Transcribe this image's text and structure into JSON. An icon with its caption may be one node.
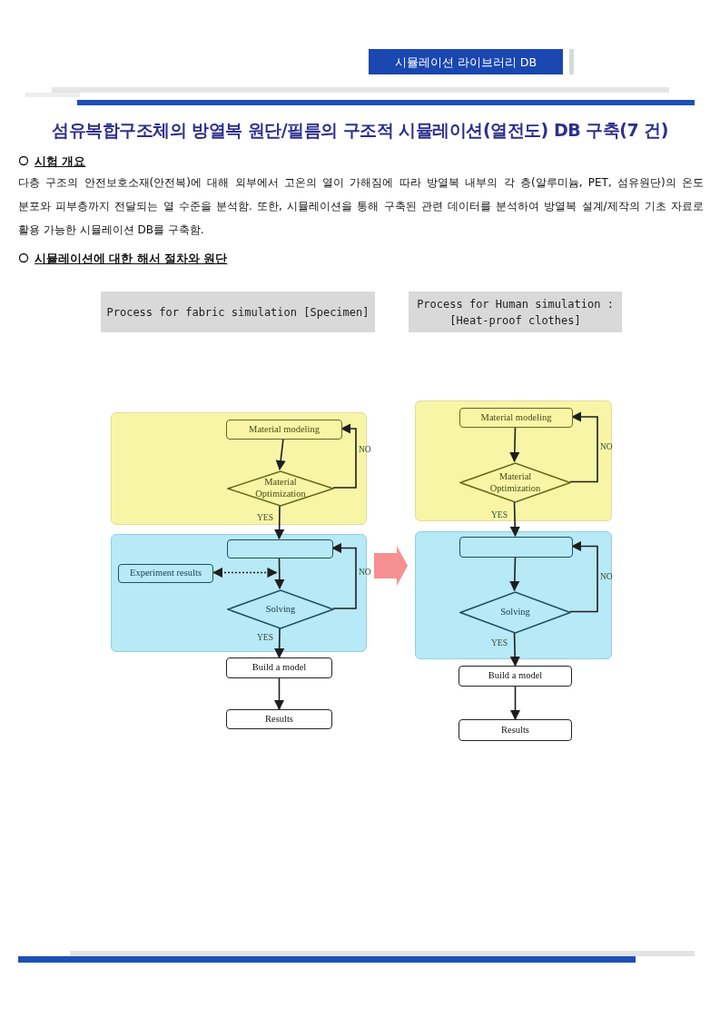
{
  "diagram": {
    "title": "섬유복합구조체의 방열복 원단/필름의 구조적 시뮬레이션(열전도) DB 구축(7 건)",
    "nodes": [
      {
        "text": [
          "시뮬레이션 라이브러리 DB"
        ]
      },
      {
        "text": [
          "Process for fabric simulation [Specimen]"
        ]
      },
      {
        "text": [
          "Process for Human simulation : [Heat-proof clothes]"
        ]
      },
      {
        "text": [],
        "shape": "box"
      },
      {
        "text": [
          "Material modeling"
        ],
        "in": 3
      },
      {
        "text": [
          "Material Optimization"
        ],
        "in": 3
      },
      {
        "text": [],
        "shape": "box"
      },
      {
        "text": [],
        "shape": "box",
        "in": 6
      },
      {
        "text": [
          "Experiment results"
        ],
        "in": 6
      },
      {
        "text": [
          "Solving"
        ],
        "in": 6
      },
      {
        "text": [
          "Build a model"
        ]
      },
      {
        "text": [
          "Results"
        ]
      },
      {
        "text": [],
        "shape": "box"
      },
      {
        "text": [
          "Material modeling"
        ],
        "in": 12
      },
      {
        "text": [
          "Material Optimization"
        ],
        "in": 12
      },
      {
        "text": [],
        "shape": "box"
      },
      {
        "text": [],
        "shape": "box",
        "in": 15
      },
      {
        "text": [
          "Solving"
        ],
        "in": 15
      },
      {
        "text": [
          "Build a model"
        ]
      },
      {
        "text": [
          "Results"
        ]
      }
    ],
    "edges": [
      {
        "from": 4,
        "to": 5,
        "arrow": "to"
      },
      {
        "from": 5,
        "to": 4,
        "arrow": "to",
        "label": "NO"
      },
      {
        "from": 5,
        "to": 7,
        "arrow": "to",
        "label": "YES"
      },
      {
        "from": 7,
        "to": 9,
        "arrow": "to"
      },
      {
        "from": 8,
        "to": 7,
        "arrow": "both",
        "style": "dashed"
      },
      {
        "from": 9,
        "to": 7,
        "arrow": "to",
        "label": "NO"
      },
      {
        "from": 9,
        "to": 10,
        "arrow": "to",
        "label": "YES"
      },
      {
        "from": 10,
        "to": 11,
        "arrow": "to"
      },
      {
        "from": 13,
        "to": 14,
        "arrow": "to"
      },
      {
        "from": 14,
        "to": 13,
        "arrow": "to",
        "label": "NO"
      },
      {
        "from": 14,
        "to": 16,
        "arrow": "to",
        "label": "YES"
      },
      {
        "from": 16,
        "to": 17,
        "arrow": "to"
      },
      {
        "from": 17,
        "to": 16,
        "arrow": "to",
        "label": "NO"
      },
      {
        "from": 17,
        "to": 18,
        "arrow": "to",
        "label": "YES"
      },
      {
        "from": 18,
        "to": 19,
        "arrow": "to"
      },
      {
        "from": 6,
        "to": 15,
        "arrow": "to",
        "style": "thick",
        "color": "#f47c7c"
      }
    ],
    "labels": [
      "시험 개요",
      "다층 구조의 안전보호소재(안전복)에 대해 외부에서 고온의 열이 가해짐에 따라 방열복 내부의 각 층(알루미늄, PET, 섬유원단)의 온도 분포와 피부층까지 전달되는 열 수준을 분석함. 또한, 시뮬레이션을 통해 구축된 관련 데이터를 분석하여 방열복 설계/제작의 기초 자료로 활용 가능한 시뮬레이션 DB를 구축함.",
      "시뮬레이션에 대한 해서 절차와 원단"
    ]
  }
}
